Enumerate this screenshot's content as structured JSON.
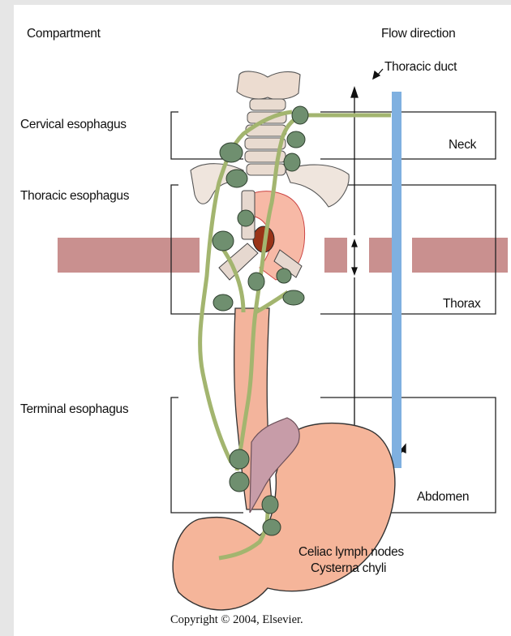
{
  "headers": {
    "left": "Compartment",
    "right": "Flow direction"
  },
  "labels": {
    "thoracic_duct": "Thoracic duct",
    "cervical": "Cervical esophagus",
    "thoracic": "Thoracic esophagus",
    "terminal": "Terminal esophagus",
    "neck": "Neck",
    "thorax": "Thorax",
    "abdomen": "Abdomen",
    "celiac": "Celiac lymph nodes",
    "cisterna": "Cysterna chyli"
  },
  "copyright": "Copyright © 2004, Elsevier.",
  "colors": {
    "duct": "#7fb0e0",
    "band": "#c9908f",
    "lymph": "#6f8f6f",
    "vessel": "#9bb26a",
    "esophagus": "#f2b49a",
    "bone": "#e8dcd3"
  }
}
